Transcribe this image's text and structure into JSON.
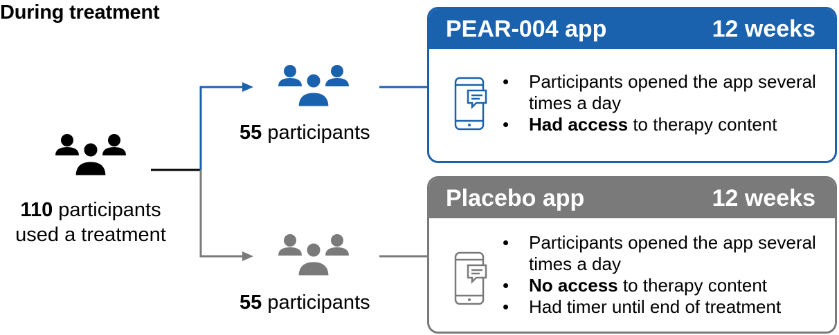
{
  "title": "During treatment",
  "source": {
    "count": "110",
    "label_suffix": " participants",
    "label_line2": "used a treatment"
  },
  "arms": [
    {
      "count": "55",
      "label_suffix": " participants",
      "box_title": "PEAR-004 app",
      "box_duration": "12 weeks",
      "color": "#1a62ad",
      "bullets": [
        {
          "bold": "",
          "text": "Participants opened the app several times a day"
        },
        {
          "bold": "Had access",
          "text": " to therapy content"
        }
      ]
    },
    {
      "count": "55",
      "label_suffix": " participants",
      "box_title": "Placebo app",
      "box_duration": "12 weeks",
      "color": "#7a7a7a",
      "bullets": [
        {
          "bold": "",
          "text": "Participants opened the app several times a day"
        },
        {
          "bold": "No access",
          "text": " to therapy content"
        },
        {
          "bold": "",
          "text": "Had timer until end of treatment"
        }
      ]
    }
  ],
  "icons": {
    "group": "people-group-icon",
    "device": "phone-chat-icon"
  },
  "colors": {
    "source": "#000000",
    "arm1": "#1a62ad",
    "arm2": "#7a7a7a"
  }
}
